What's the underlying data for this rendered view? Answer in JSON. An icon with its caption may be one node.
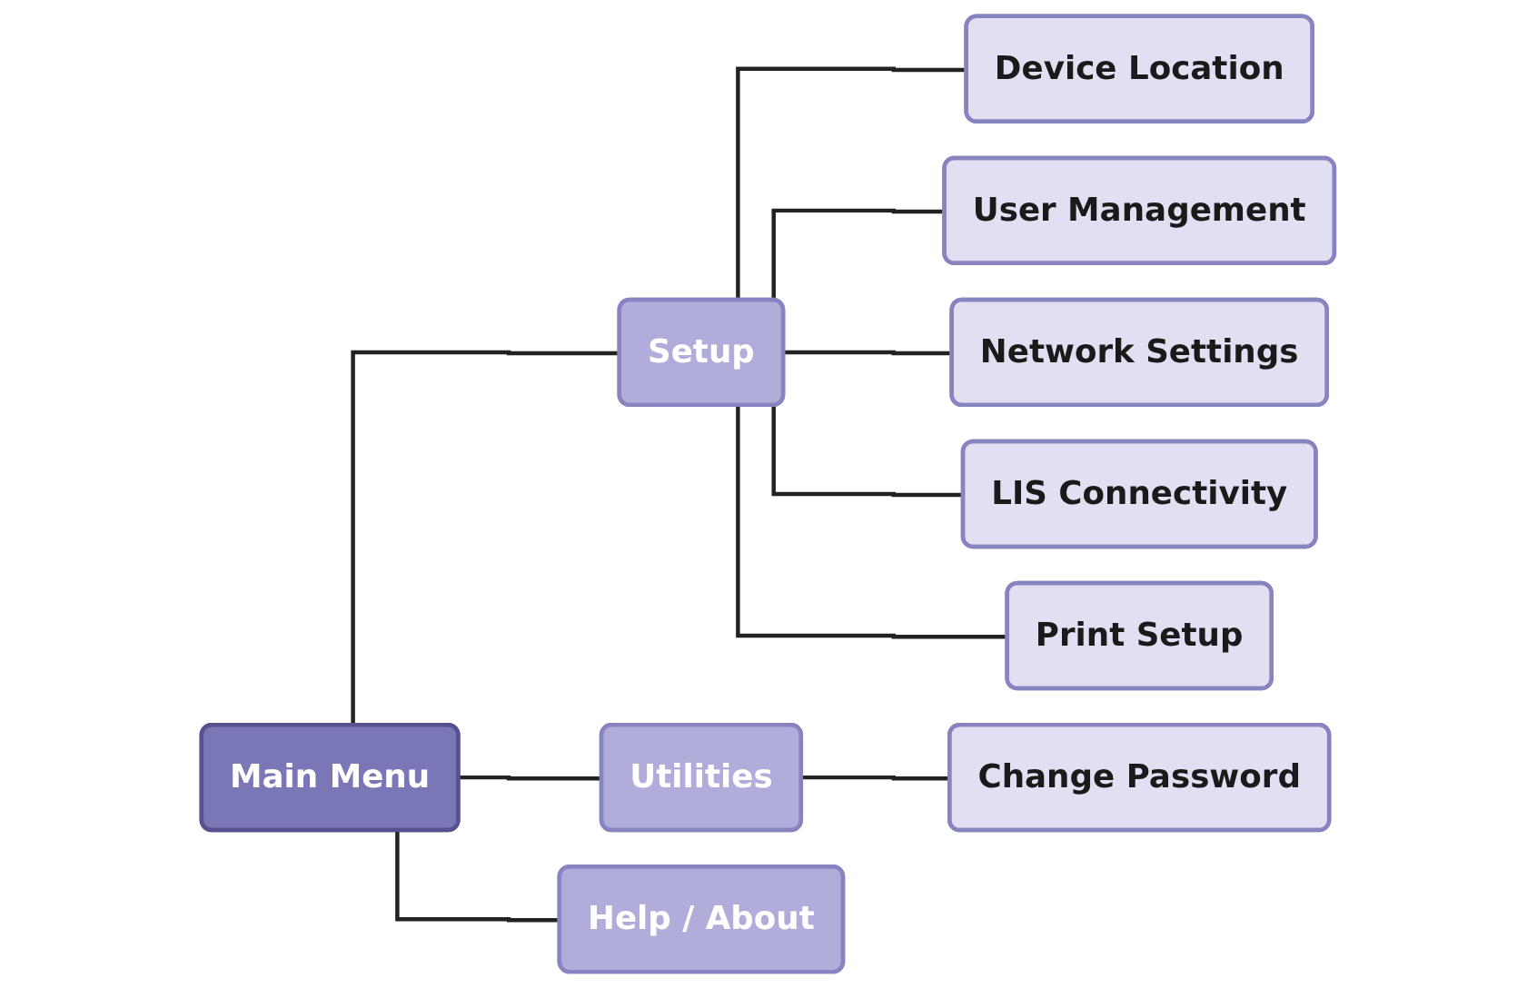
{
  "diagram": {
    "nodes": [
      {
        "text": [
          "Main Menu"
        ]
      },
      {
        "text": [
          "Setup"
        ]
      },
      {
        "text": [
          "Device Location"
        ]
      },
      {
        "text": [
          "User Management"
        ]
      },
      {
        "text": [
          "Network Settings"
        ]
      },
      {
        "text": [
          "LIS Connectivity"
        ]
      },
      {
        "text": [
          "Print Setup"
        ]
      },
      {
        "text": [
          "Utilities"
        ]
      },
      {
        "text": [
          "Change Password"
        ]
      },
      {
        "text": [
          "Help / About"
        ]
      }
    ],
    "edges": [
      {
        "from": 0,
        "to": 1,
        "arrow": "none"
      },
      {
        "from": 0,
        "to": 7,
        "arrow": "none"
      },
      {
        "from": 0,
        "to": 9,
        "arrow": "none"
      },
      {
        "from": 1,
        "to": 2,
        "arrow": "none"
      },
      {
        "from": 1,
        "to": 3,
        "arrow": "none"
      },
      {
        "from": 1,
        "to": 4,
        "arrow": "none"
      },
      {
        "from": 1,
        "to": 5,
        "arrow": "none"
      },
      {
        "from": 1,
        "to": 6,
        "arrow": "none"
      },
      {
        "from": 7,
        "to": 8,
        "arrow": "none"
      }
    ]
  }
}
